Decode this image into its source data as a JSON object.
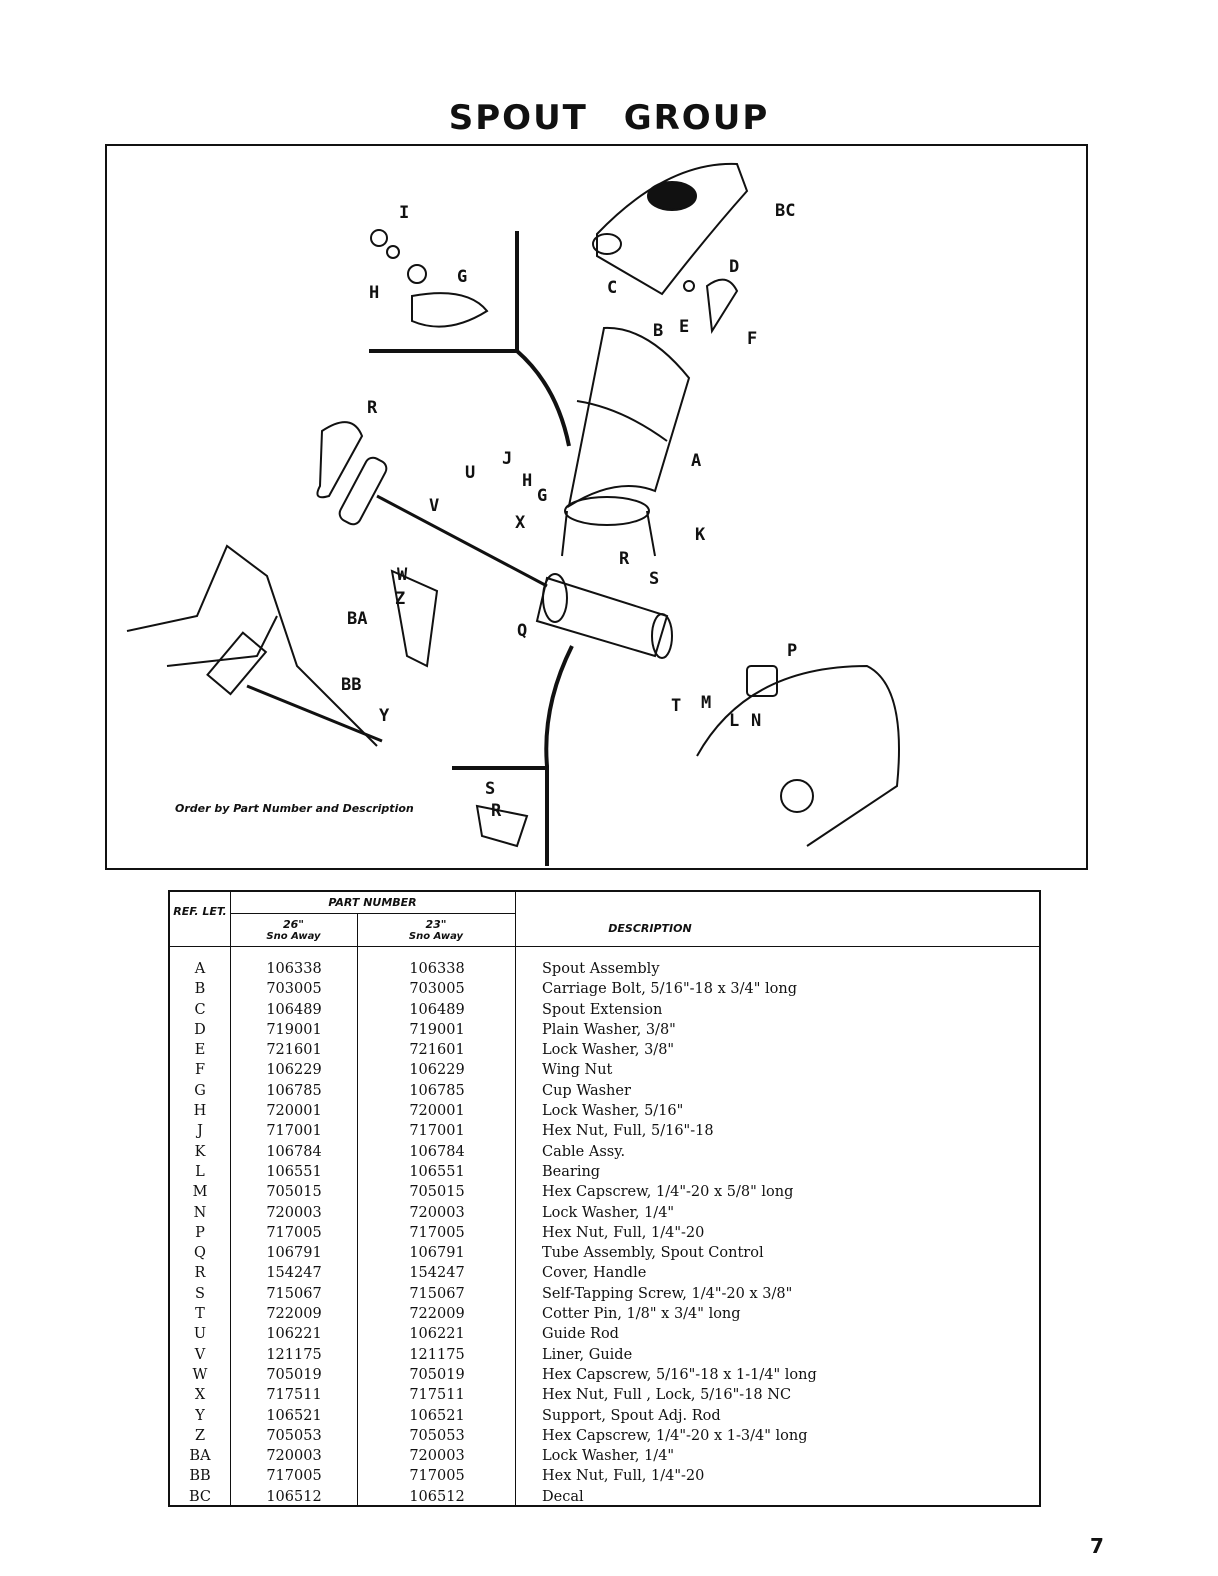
{
  "page": {
    "title": "SPOUT GROUP",
    "order_note": "Order by Part Number and Description",
    "page_number": "7"
  },
  "diagram": {
    "callouts": [
      "BC",
      "I",
      "G",
      "H",
      "C",
      "D",
      "B",
      "E",
      "F",
      "R",
      "A",
      "J",
      "H",
      "G",
      "U",
      "V",
      "X",
      "K",
      "W",
      "Z",
      "R",
      "S",
      "BA",
      "Q",
      "BB",
      "Y",
      "P",
      "T",
      "M",
      "L",
      "N",
      "S",
      "R"
    ]
  },
  "table": {
    "headers": {
      "ref": "REF. LET.",
      "part_number": "PART NUMBER",
      "col26": "26\"",
      "col26_sub": "Sno Away",
      "col23": "23\"",
      "col23_sub": "Sno Away",
      "description": "DESCRIPTION"
    },
    "rows": [
      {
        "ref": "A",
        "p26": "106338",
        "p23": "106338",
        "desc": "Spout Assembly"
      },
      {
        "ref": "B",
        "p26": "703005",
        "p23": "703005",
        "desc": "Carriage Bolt, 5/16\"-18 x 3/4\" long"
      },
      {
        "ref": "C",
        "p26": "106489",
        "p23": "106489",
        "desc": "Spout Extension"
      },
      {
        "ref": "D",
        "p26": "719001",
        "p23": "719001",
        "desc": "Plain Washer, 3/8\""
      },
      {
        "ref": "E",
        "p26": "721601",
        "p23": "721601",
        "desc": "Lock Washer, 3/8\""
      },
      {
        "ref": "F",
        "p26": "106229",
        "p23": "106229",
        "desc": "Wing Nut"
      },
      {
        "ref": "G",
        "p26": "106785",
        "p23": "106785",
        "desc": "Cup Washer"
      },
      {
        "ref": "H",
        "p26": "720001",
        "p23": "720001",
        "desc": "Lock Washer, 5/16\""
      },
      {
        "ref": "J",
        "p26": "717001",
        "p23": "717001",
        "desc": "Hex Nut, Full, 5/16\"-18"
      },
      {
        "ref": "K",
        "p26": "106784",
        "p23": "106784",
        "desc": "Cable Assy."
      },
      {
        "ref": "L",
        "p26": "106551",
        "p23": "106551",
        "desc": "Bearing"
      },
      {
        "ref": "M",
        "p26": "705015",
        "p23": "705015",
        "desc": "Hex Capscrew, 1/4\"-20 x 5/8\" long"
      },
      {
        "ref": "N",
        "p26": "720003",
        "p23": "720003",
        "desc": "Lock Washer, 1/4\""
      },
      {
        "ref": "P",
        "p26": "717005",
        "p23": "717005",
        "desc": "Hex Nut, Full, 1/4\"-20"
      },
      {
        "ref": "Q",
        "p26": "106791",
        "p23": "106791",
        "desc": "Tube Assembly, Spout Control"
      },
      {
        "ref": "R",
        "p26": "154247",
        "p23": "154247",
        "desc": "Cover, Handle"
      },
      {
        "ref": "S",
        "p26": "715067",
        "p23": "715067",
        "desc": "Self-Tapping Screw, 1/4\"-20 x 3/8\""
      },
      {
        "ref": "T",
        "p26": "722009",
        "p23": "722009",
        "desc": "Cotter Pin, 1/8\" x 3/4\" long"
      },
      {
        "ref": "U",
        "p26": "106221",
        "p23": "106221",
        "desc": "Guide Rod"
      },
      {
        "ref": "V",
        "p26": "121175",
        "p23": "121175",
        "desc": "Liner, Guide"
      },
      {
        "ref": "W",
        "p26": "705019",
        "p23": "705019",
        "desc": "Hex Capscrew, 5/16\"-18 x 1-1/4\" long"
      },
      {
        "ref": "X",
        "p26": "717511",
        "p23": "717511",
        "desc": "Hex Nut, Full , Lock, 5/16\"-18 NC"
      },
      {
        "ref": "Y",
        "p26": "106521",
        "p23": "106521",
        "desc": "Support, Spout Adj. Rod"
      },
      {
        "ref": "Z",
        "p26": "705053",
        "p23": "705053",
        "desc": "Hex Capscrew, 1/4\"-20 x 1-3/4\" long"
      },
      {
        "ref": "BA",
        "p26": "720003",
        "p23": "720003",
        "desc": "Lock Washer, 1/4\""
      },
      {
        "ref": "BB",
        "p26": "717005",
        "p23": "717005",
        "desc": "Hex Nut, Full, 1/4\"-20"
      },
      {
        "ref": "BC",
        "p26": "106512",
        "p23": "106512",
        "desc": "Decal"
      }
    ]
  }
}
